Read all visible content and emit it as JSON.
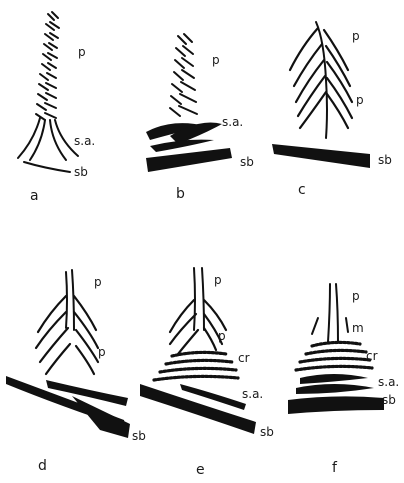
{
  "figure": {
    "panels": [
      {
        "id": "a",
        "label": "a",
        "annotations": [
          "p",
          "s.a.",
          "sb"
        ]
      },
      {
        "id": "b",
        "label": "b",
        "annotations": [
          "p",
          "s.a.",
          "sb"
        ]
      },
      {
        "id": "c",
        "label": "c",
        "annotations": [
          "p",
          "p",
          "sb"
        ]
      },
      {
        "id": "d",
        "label": "d",
        "annotations": [
          "p",
          "p",
          "sb"
        ]
      },
      {
        "id": "e",
        "label": "e",
        "annotations": [
          "p",
          "p",
          "cr",
          "s.a.",
          "sb"
        ]
      },
      {
        "id": "f",
        "label": "f",
        "annotations": [
          "p",
          "m",
          "cr",
          "s.a.",
          "sb"
        ]
      }
    ]
  },
  "colors": {
    "ink": "#111111",
    "background": "#ffffff"
  }
}
